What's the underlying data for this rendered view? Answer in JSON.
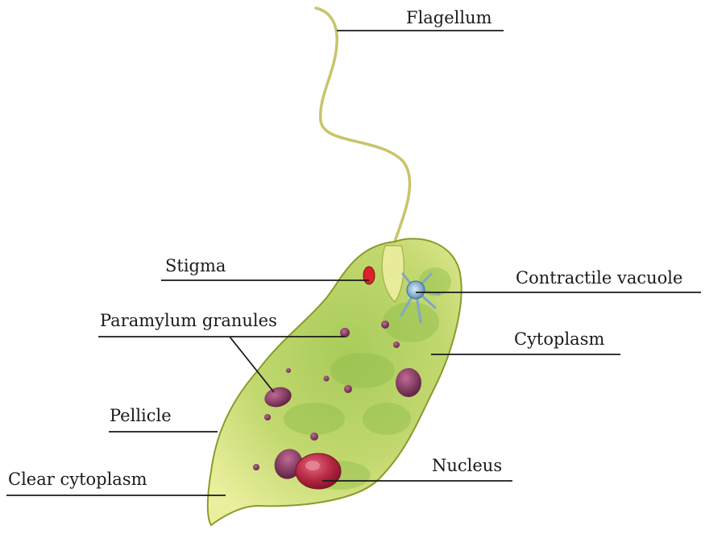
{
  "diagram": {
    "labels": {
      "flagellum": "Flagellum",
      "stigma": "Stigma",
      "contractile_vacuole": "Contractile vacuole",
      "paramylum_granules": "Paramylum granules",
      "cytoplasm": "Cytoplasm",
      "pellicle": "Pellicle",
      "clear_cytoplasm": "Clear cytoplasm",
      "nucleus": "Nucleus"
    },
    "colors": {
      "body_light": "#e8ec9a",
      "body_mid": "#b9d36b",
      "body_dark": "#7faa3a",
      "outline": "#8a9a2a",
      "flagellum": "#c9c46a",
      "stigma": "#d8232a",
      "vacuole": "#7fa8c8",
      "granule": "#8e3f67",
      "nucleus": "#b3243f",
      "leader": "#1a1a1a"
    }
  }
}
